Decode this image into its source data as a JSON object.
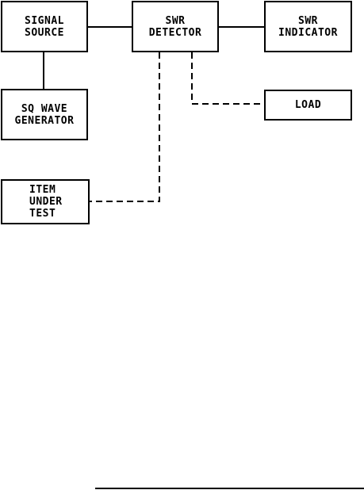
{
  "blocks": {
    "signal_source": "SIGNAL\nSOURCE",
    "swr_detector": "SWR\nDETECTOR",
    "swr_indicator": "SWR\nINDICATOR",
    "sq_wave_generator": "SQ WAVE\nGENERATOR",
    "load": "LOAD",
    "item_under_test": "ITEM\nUNDER\nTEST"
  },
  "connections": [
    {
      "from": "signal_source",
      "to": "swr_detector",
      "style": "solid"
    },
    {
      "from": "swr_detector",
      "to": "swr_indicator",
      "style": "solid"
    },
    {
      "from": "signal_source",
      "to": "sq_wave_generator",
      "style": "solid"
    },
    {
      "from": "swr_detector",
      "to": "load",
      "style": "dashed"
    },
    {
      "from": "swr_detector",
      "to": "item_under_test",
      "style": "dashed"
    }
  ],
  "colors": {
    "line": "#000000",
    "background": "#ffffff"
  }
}
